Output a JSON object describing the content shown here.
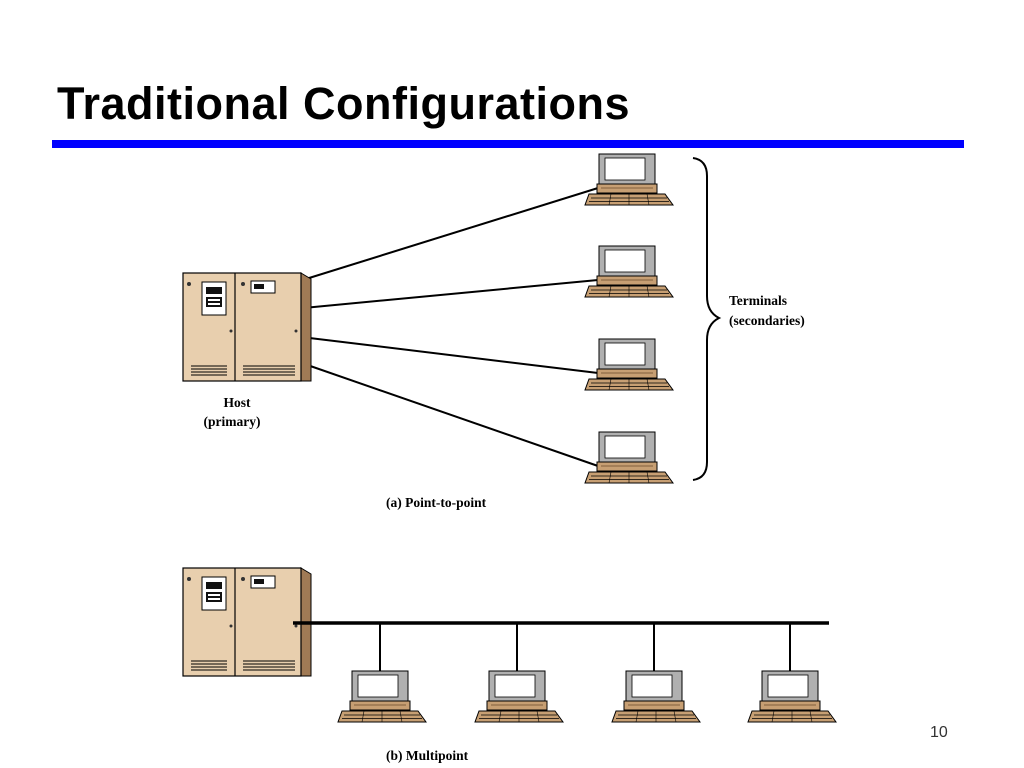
{
  "slide": {
    "title": "Traditional Configurations",
    "page_number": "10",
    "accent_color": "#0000ff"
  },
  "diagram": {
    "point_to_point": {
      "caption": "(a) Point-to-point",
      "host_label_line1": "Host",
      "host_label_line2": "(primary)",
      "terminals_label_line1": "Terminals",
      "terminals_label_line2": "(secondaries)",
      "terminal_count": 4
    },
    "multipoint": {
      "caption": "(b) Multipoint",
      "terminal_count": 4
    },
    "icons": {
      "host": "mainframe-cabinet-icon",
      "terminal": "computer-terminal-icon"
    },
    "colors": {
      "cabinet": "#e8cfae",
      "cabinet_shade": "#a07a55",
      "terminal_casing": "#b0b0b0",
      "terminal_base": "#c79f73",
      "line": "#000000"
    }
  }
}
